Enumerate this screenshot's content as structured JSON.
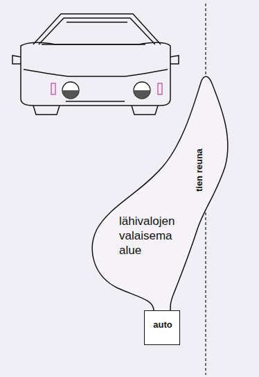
{
  "diagram": {
    "nodes": [
      {
        "text": [
          "lähivalojen valaisema alue"
        ]
      },
      {
        "text": [
          "auto"
        ]
      }
    ],
    "labels": [
      "tien reuna"
    ]
  }
}
